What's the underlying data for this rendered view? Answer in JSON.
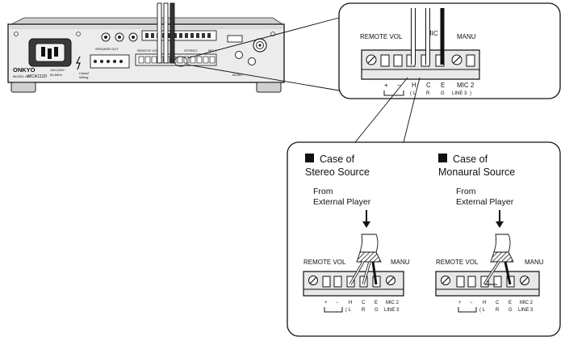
{
  "device": {
    "brand": "ONKYO",
    "model": "MCA1120",
    "model_prefix": "MODEL NO.",
    "speaker_out": "SPEAKER OUT",
    "power_rating": "100-240V~",
    "freq": "50-60Hz",
    "class2": "Class2",
    "wiring": "Wiring",
    "remote_vol_small": "REMOTE VOL",
    "mic_small": "MIC 2",
    "stereo_small": "STEREO",
    "mono_small": "MONO"
  },
  "zoom": {
    "remote_vol": "REMOTE VOL",
    "mic": "MIC 2",
    "manu": "MANU",
    "terms_top": [
      "+",
      "−",
      "H",
      "C",
      "E"
    ],
    "terms_bottom": [
      "L",
      "R",
      "G"
    ],
    "line": "LINE 3"
  },
  "cases": [
    {
      "heading_line1": "Case of",
      "heading_line2": "Stereo Source",
      "from_line1": "From",
      "from_line2": "External Player",
      "remote_vol": "REMOTE VOL",
      "mic": "MIC 2",
      "manu": "MANU",
      "line": "LINE 3"
    },
    {
      "heading_line1": "Case of",
      "heading_line2": "Monaural Source",
      "from_line1": "From",
      "from_line2": "External Player",
      "remote_vol": "REMOTE VOL",
      "mic": "MIC 2",
      "manu": "MANU",
      "line": "LINE 3"
    }
  ],
  "colors": {
    "ink": "#111111",
    "panel": "#e8e8e8",
    "wire": "#ffffff",
    "dark": "#222222"
  }
}
